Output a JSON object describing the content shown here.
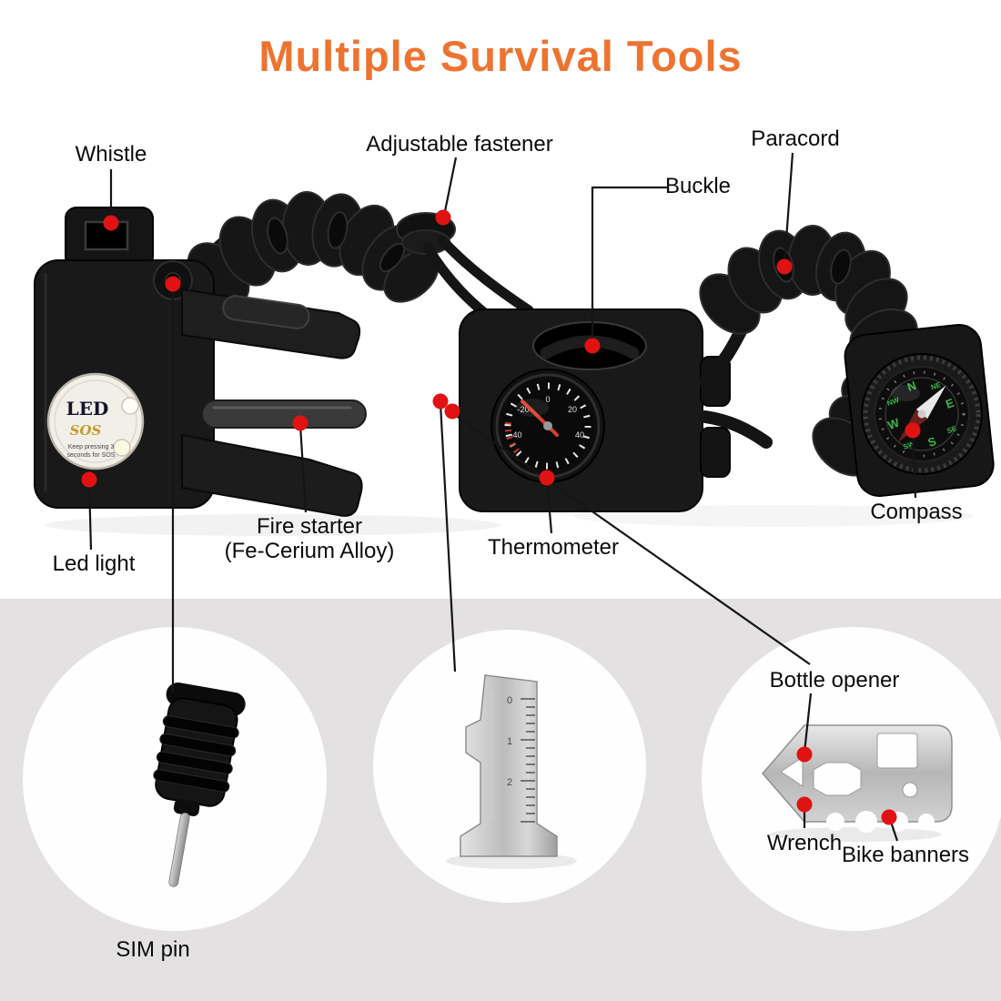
{
  "title": "Multiple Survival Tools",
  "colors": {
    "title": "#ED7430",
    "marker_dot": "#E01212",
    "callout_line": "#151515",
    "lower_background": "#E3E1E2"
  },
  "callouts": {
    "whistle": "Whistle",
    "adjustable_fastener": "Adjustable fastener",
    "paracord": "Paracord",
    "buckle": "Buckle",
    "led_light": "Led light",
    "fire_starter": "Fire starter",
    "fire_starter_sub": "(Fe-Cerium Alloy)",
    "thermometer": "Thermometer",
    "compass": "Compass",
    "sim_pin": "SIM pin",
    "bottle_opener": "Bottle opener",
    "wrench": "Wrench",
    "bike_banners": "Bike banners"
  },
  "led_button": {
    "line1": "LED",
    "line2": "SOS",
    "line3": "Keep pressing 3",
    "line4": "seconds for SOS"
  },
  "compass_points": {
    "n": "N",
    "e": "E",
    "s": "S",
    "w": "W",
    "ne": "NE",
    "se": "SE",
    "sw": "SW",
    "nw": "NW"
  },
  "thermometer_scale": [
    "-40",
    "-20",
    "0",
    "20",
    "40"
  ],
  "ruler_scale": [
    "0",
    "1",
    "2"
  ]
}
